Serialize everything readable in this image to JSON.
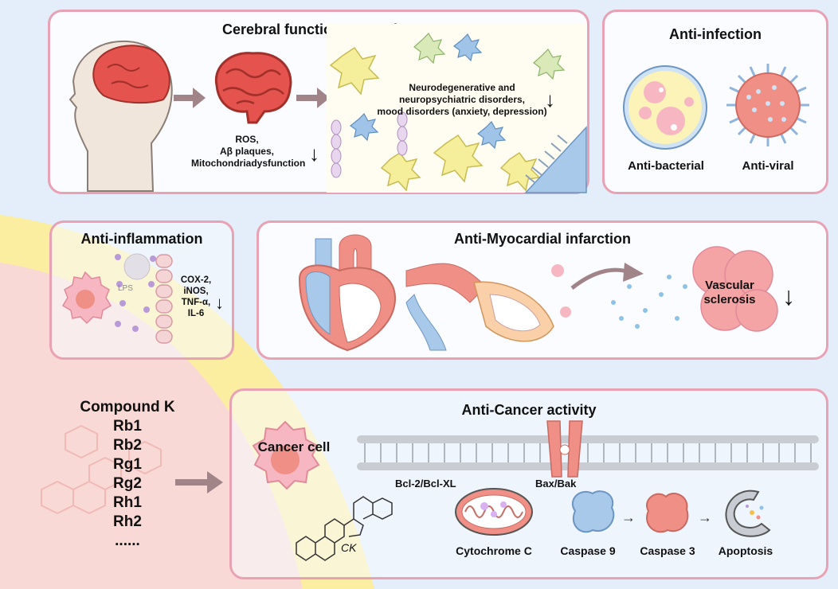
{
  "panels": {
    "cerebral": {
      "title": "Cerebral function protection",
      "stress_lines": [
        "ROS,",
        "Aβ plaques,",
        "Mitochondriadysfunction"
      ],
      "disorder_lines": [
        "Neurodegenerative and",
        "neuropsychiatric disorders,",
        "mood disorders (anxiety, depression)"
      ]
    },
    "infection": {
      "title": "Anti-infection",
      "labels": [
        "Anti-bacterial",
        "Anti-viral"
      ]
    },
    "inflammation": {
      "title": "Anti-inflammation",
      "lps": "LPS",
      "markers": [
        "COX-2,",
        "iNOS,",
        "TNF-α,",
        "IL-6"
      ]
    },
    "myocardial": {
      "title": "Anti-Myocardial infarction",
      "vascular": [
        "Vascular",
        "sclerosis"
      ]
    },
    "cancer": {
      "title": "Anti-Cancer activity",
      "cell_label": "Cancer cell",
      "bcl": "Bcl-2/Bcl-XL",
      "bax": "Bax/Bak",
      "ck": "CK",
      "pathway": [
        "Cytochrome C",
        "Caspase 9",
        "Caspase 3",
        "Apoptosis"
      ],
      "arrow": "→"
    }
  },
  "down_arrow": "↓",
  "compounds": [
    "Compound K",
    "Rb1",
    "Rb2",
    "Rg1",
    "Rg2",
    "Rh1",
    "Rh2",
    "......"
  ],
  "colors": {
    "panel_border": "#e9a1b4",
    "background_blue": "#dce9f8",
    "yellow_band": "#fbeea0",
    "pink_region": "#f9d9d6",
    "heart_red": "#ef8f86",
    "vessel_blue": "#a9c9ea",
    "brain_red": "#e4534d",
    "arrow_gray": "#a08488"
  }
}
